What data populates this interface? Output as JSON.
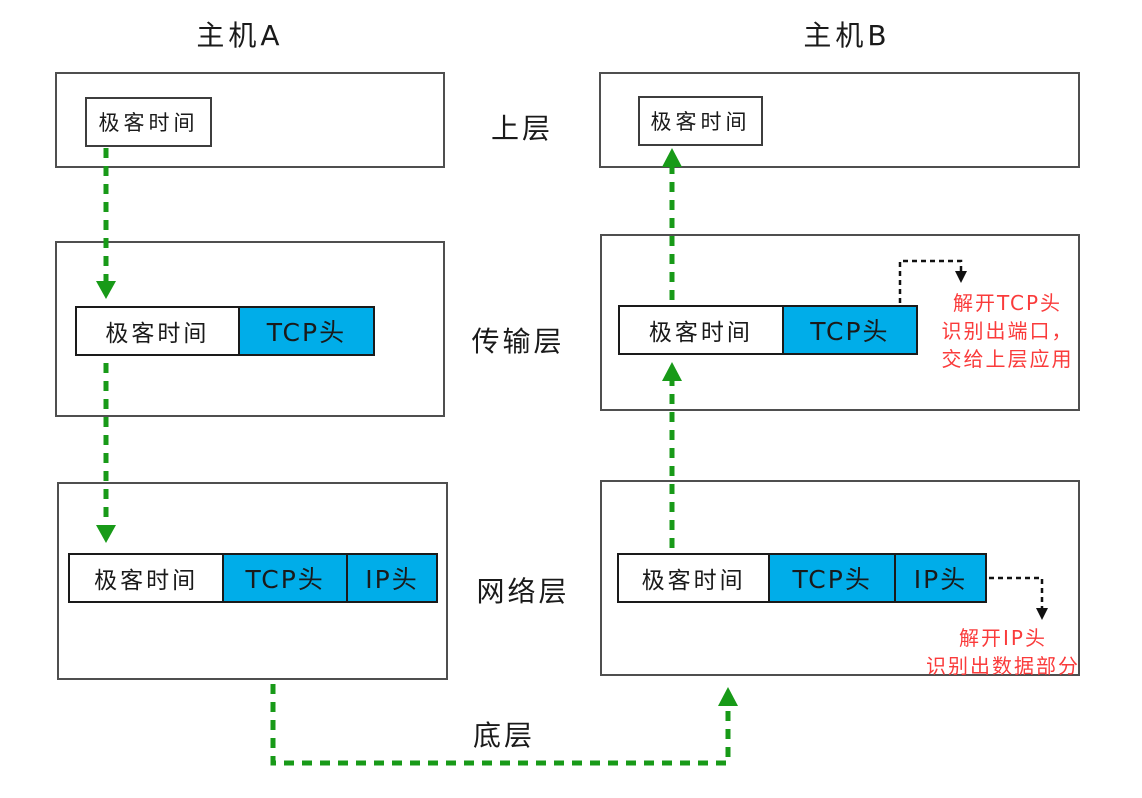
{
  "titles": {
    "host_a": "主机A",
    "host_b": "主机B"
  },
  "layer_labels": {
    "upper": "上层",
    "transport": "传输层",
    "network": "网络层",
    "bottom": "底层"
  },
  "packet_labels": {
    "payload": "极客时间",
    "tcp_header": "TCP头",
    "ip_header": "IP头"
  },
  "notes": {
    "transport": [
      "解开TCP头",
      "识别出端口，",
      "交给上层应用"
    ],
    "network": [
      "解开IP头",
      "识别出数据部分"
    ]
  },
  "colors": {
    "header_blue": "#00ADE9",
    "arrow_green": "#189A18",
    "note_red": "#FA3B3B"
  }
}
